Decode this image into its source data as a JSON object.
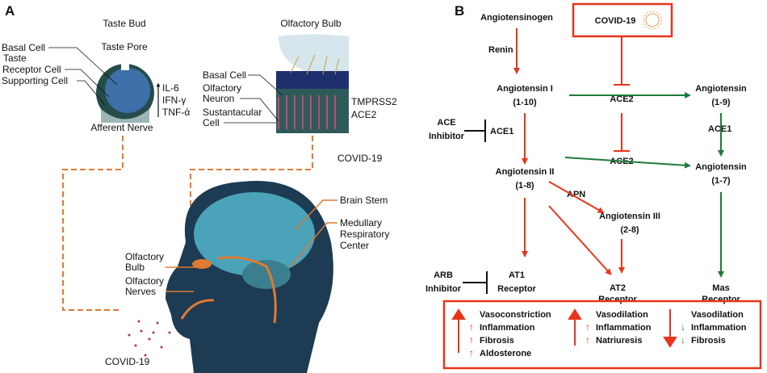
{
  "panel_a": {
    "label": "A",
    "taste_bud": {
      "title": "Taste Bud",
      "taste_pore": "Taste Pore",
      "basal_cell": "Basal Cell",
      "taste_receptor_cell_1": "Taste",
      "taste_receptor_cell_2": "Receptor Cell",
      "supporting_cell": "Supporting Cell",
      "afferent_nerve": "Afferent Nerve",
      "cytokines": [
        "IL-6",
        "IFN-γ",
        "TNF-ά"
      ]
    },
    "olfactory_bulb": {
      "title": "Olfactory Bulb",
      "basal_cell": "Basal Cell",
      "olfactory_neuron_1": "Olfactory",
      "olfactory_neuron_2": "Neuron",
      "sustentacular_1": "Sustantacular",
      "sustentacular_2": "Cell",
      "tmprss2": "TMPRSS2",
      "ace2": "ACE2"
    },
    "covid_label_top": "COVID-19",
    "head": {
      "olfactory_bulb_1": "Olfactory",
      "olfactory_bulb_2": "Bulb",
      "olfactory_nerves_1": "Olfactory",
      "olfactory_nerves_2": "Nerves",
      "brain_stem": "Brain Stem",
      "medullary_1": "Medullary",
      "medullary_2": "Respiratory",
      "medullary_3": "Center"
    },
    "covid_label_bottom": "COVID-19",
    "colors": {
      "dashed_line": "#e07a30",
      "head": "#1d3b52",
      "brain": "#4aa3b8"
    }
  },
  "panel_b": {
    "label": "B",
    "angiotensinogen": "Angiotensinogen",
    "covid": "COVID-19",
    "renin": "Renin",
    "ace2_top": "ACE2",
    "ang1": "Angiotensin I",
    "ang1_range": "(1-10)",
    "ang19": "Angiotensin",
    "ang19_range": "(1-9)",
    "ace_inhibitor_1": "ACE",
    "ace_inhibitor_2": "Inhibitor",
    "ace1_left": "ACE1",
    "ace1_right": "ACE1",
    "ace2_mid": "ACE2",
    "ang17": "Angiotensin",
    "ang17_range": "(1-7)",
    "ang2": "Angiotensin II",
    "ang2_range": "(1-8)",
    "apn": "APN",
    "ang3": "Angiotensin III",
    "ang3_range": "(2-8)",
    "arb_1": "ARB",
    "arb_2": "Inhibitor",
    "at1_1": "AT1",
    "at1_2": "Receptor",
    "at2_1": "AT2",
    "at2_2": "Receptor",
    "mas_1": "Mas",
    "mas_2": "Receptor",
    "effects": {
      "at1": [
        "Vasoconstriction",
        "Inflammation",
        "Fibrosis",
        "Aldosterone"
      ],
      "at2": [
        "Vasodilation",
        "Inflammation",
        "Natriuresis"
      ],
      "mas": [
        "Vasodilation",
        "Inflammation",
        "Fibrosis"
      ]
    },
    "colors": {
      "red": "#e8341c",
      "green": "#1e7a3a",
      "black": "#111111"
    }
  }
}
